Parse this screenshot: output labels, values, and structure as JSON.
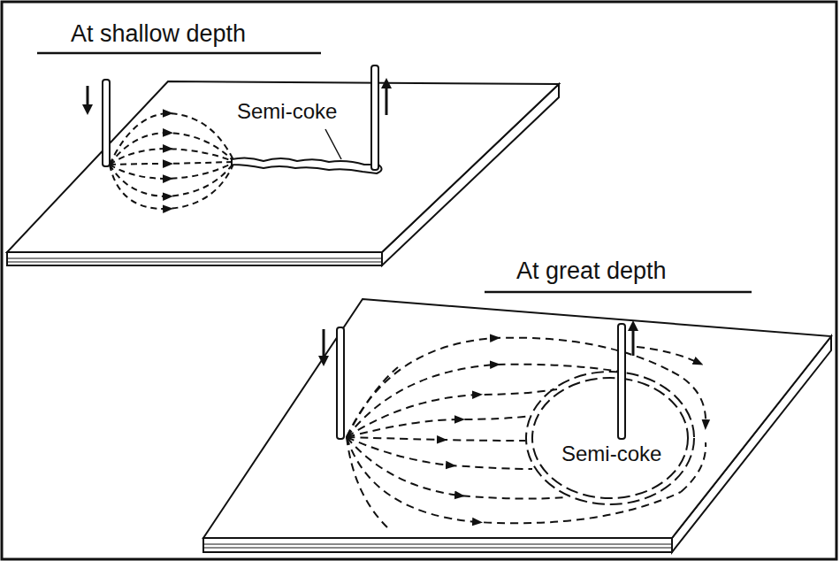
{
  "diagram": {
    "labels": [
      "At shallow depth",
      "Semi-coke",
      "At great depth",
      "Semi-coke"
    ]
  }
}
